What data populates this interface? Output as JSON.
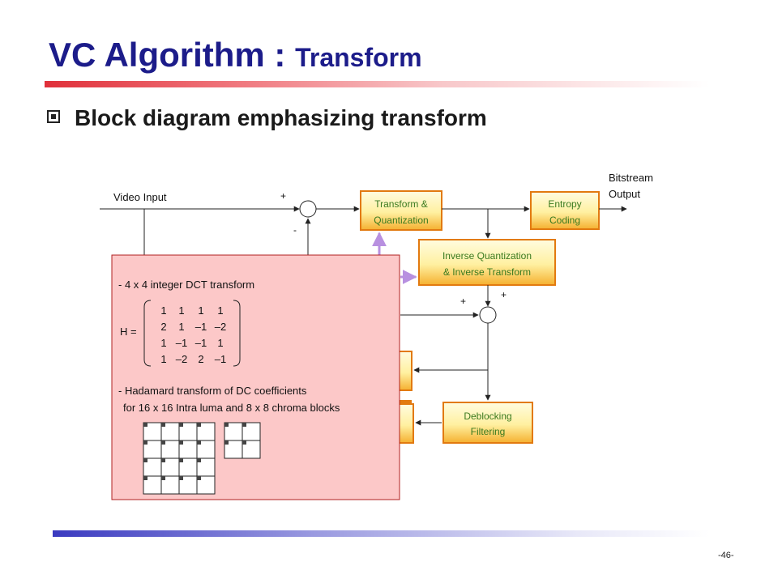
{
  "title": {
    "main": "VC Algorithm : ",
    "sub": "Transform"
  },
  "bullet": "Block diagram emphasizing transform",
  "diagram": {
    "video_input": "Video Input",
    "bitstream_line1": "Bitstream",
    "bitstream_line2": "Output",
    "plus": "+",
    "minus": "-",
    "blocks": {
      "transform_l1": "Transform &",
      "transform_l2": "Quantization",
      "entropy_l1": "Entropy",
      "entropy_l2": "Coding",
      "invq_l1": "Inverse Quantization",
      "invq_l2": "& Inverse Transform",
      "deblock_l1": "Deblocking",
      "deblock_l2": "Filtering"
    }
  },
  "overlay": {
    "line1": "- 4 x 4 integer DCT transform",
    "h_label": "H =",
    "matrix": [
      [
        "1",
        "1",
        "1",
        "1"
      ],
      [
        "2",
        "1",
        "–1",
        "–2"
      ],
      [
        "1",
        "–1",
        "–1",
        "1"
      ],
      [
        "1",
        "–2",
        "2",
        "–1"
      ]
    ],
    "line2": "- Hadamard transform of DC coefficients",
    "line3": "for 16 x 16 Intra luma and 8 x 8 chroma blocks"
  },
  "page_number": "-46-",
  "colors": {
    "title": "#1c1c8a",
    "block_text": "#3a7a20",
    "block_border": "#e27a10",
    "overlay_bg": "#fcc8c8",
    "overlay_border": "#b02020",
    "arrow_purple": "#b890e0"
  }
}
